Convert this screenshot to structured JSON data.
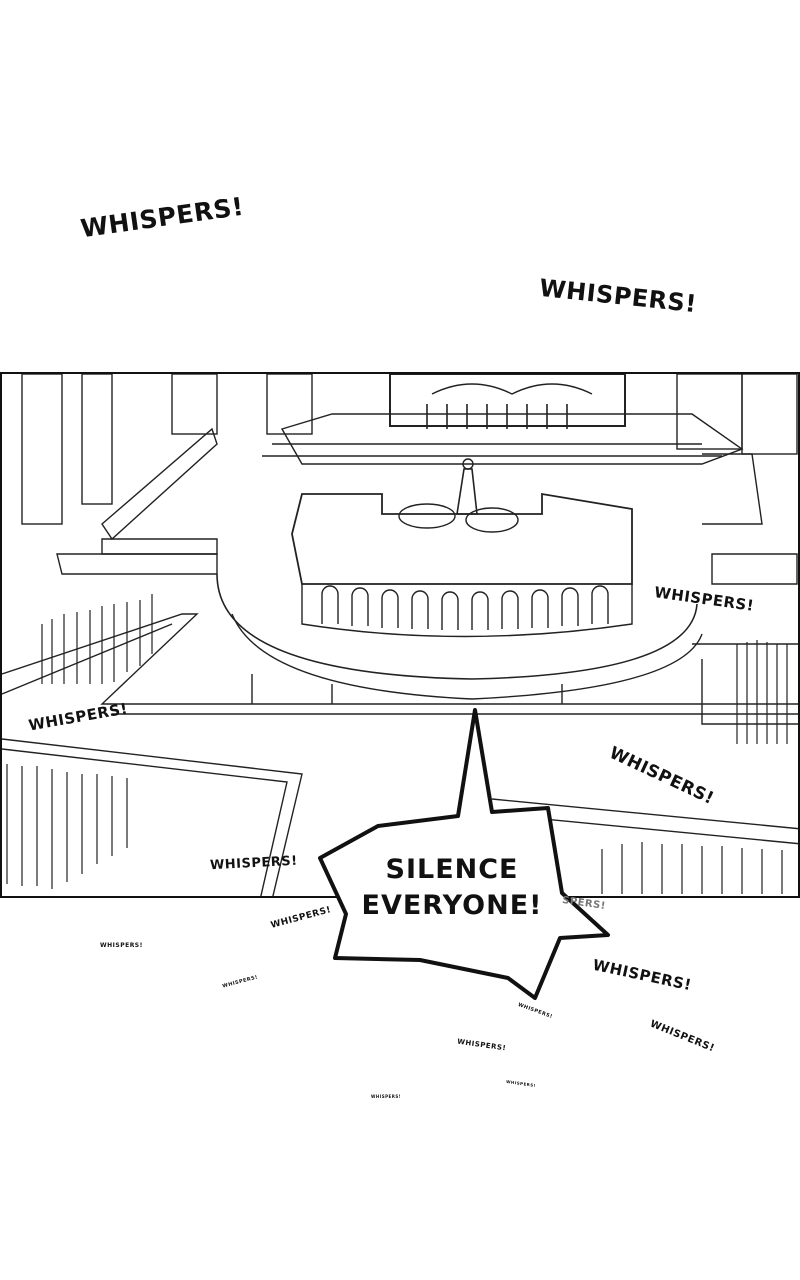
{
  "sfx": {
    "w1": "WHISPERS!",
    "w2": "WHISPERS!",
    "w3": "WHISPERS!",
    "w4": "WHISPERS!",
    "w5": "WHISPERS!",
    "w6": "WHISPERS!",
    "w7": "WHISPERS!",
    "w8": "WHISPERS!",
    "w9": "WHISPERS!",
    "w10": "WHISPERS!",
    "w11": "WHISPERS!",
    "w12": "WHISPERS!",
    "w13": "WHISPERS!",
    "w14": "WHISPERS!",
    "w15": "WHISPERS!",
    "partial": "SPERS!"
  },
  "speech": {
    "line1": "SILENCE",
    "line2": "EVERYONE!"
  }
}
